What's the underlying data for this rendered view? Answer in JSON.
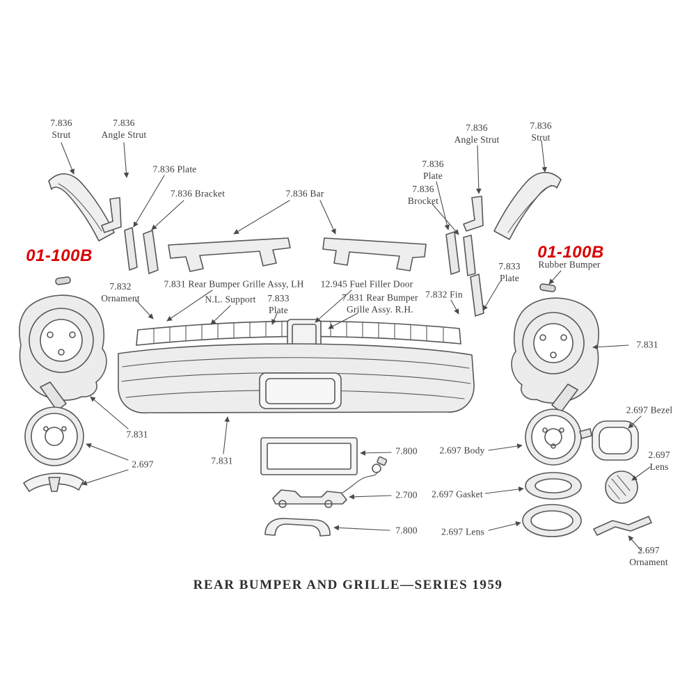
{
  "title": "REAR BUMPER AND GRILLE—SERIES 1959",
  "colors": {
    "stamp": "#d90000",
    "ink": "#4a4a4a",
    "paper": "#ffffff"
  },
  "stamps": {
    "left": "01-100B",
    "right": "01-100B"
  },
  "labels": {
    "strut_left": "7.836\nStrut",
    "angle_strut_left": "7.836\nAngle Strut",
    "plate_left": "7.836 Plate",
    "bracket_left": "7.836 Bracket",
    "bar": "7.836 Bar",
    "plate_right_top": "7.836\nPlate",
    "bracket_right": "7.836\nBrocket",
    "angle_strut_right": "7.836\nAngle Strut",
    "strut_right": "7.836\nStrut",
    "plate_7833_right": "7.833\nPlate",
    "rubber_bumper": "Rubber Bumper",
    "ornament_7832": "7.832\nOrnament",
    "grille_lh": "7.831 Rear Bumper Grille Assy, LH",
    "nl_support": "N.L. Support",
    "plate_7833_center": "7.833\nPlate",
    "fuel_filler": "12.945 Fuel Filler Door",
    "grille_rh": "7.831 Rear Bumper\nGrille Assy. R.H.",
    "fin_7832": "7.832 Fin",
    "bumper_right_7831": "7.831",
    "bumper_left_7831": "7.831",
    "lens_left_2697": "2.697",
    "bumper_center_7831": "7.831",
    "bezel_2697": "2.697 Bezel",
    "body_7800": "7.800",
    "body_2697": "2.697 Body",
    "lens_right_2697": "2.697 Lens",
    "jack_2700": "2.700",
    "gasket_2697": "2.697 Gasket",
    "support_7800": "7.800",
    "lens_bottom_2697": "2.697 Lens",
    "ornament_2697": "2.697 Ornament"
  }
}
